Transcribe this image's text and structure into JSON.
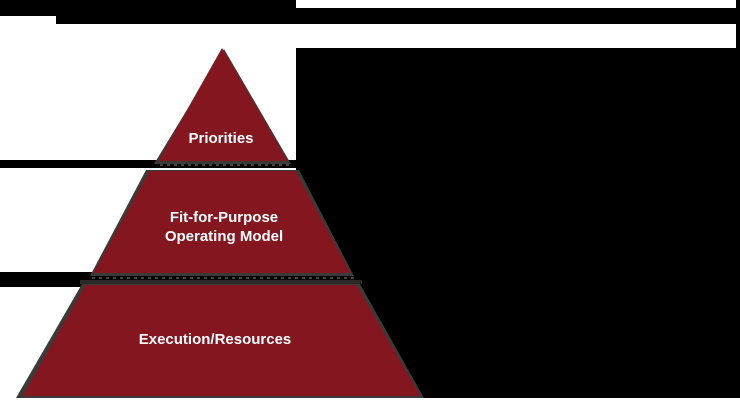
{
  "diagram": {
    "type": "pyramid",
    "colors": {
      "tier_fill": "#841620",
      "tier_shadow": "#3a3a3a",
      "label_text": "#ffffff",
      "background_black": "#000000",
      "background_white": "#ffffff"
    },
    "tiers": [
      {
        "level": "top",
        "label": "Priorities"
      },
      {
        "level": "middle",
        "label_line1": "Fit-for-Purpose",
        "label_line2": "Operating Model"
      },
      {
        "level": "bottom",
        "label": "Execution/Resources"
      }
    ]
  }
}
